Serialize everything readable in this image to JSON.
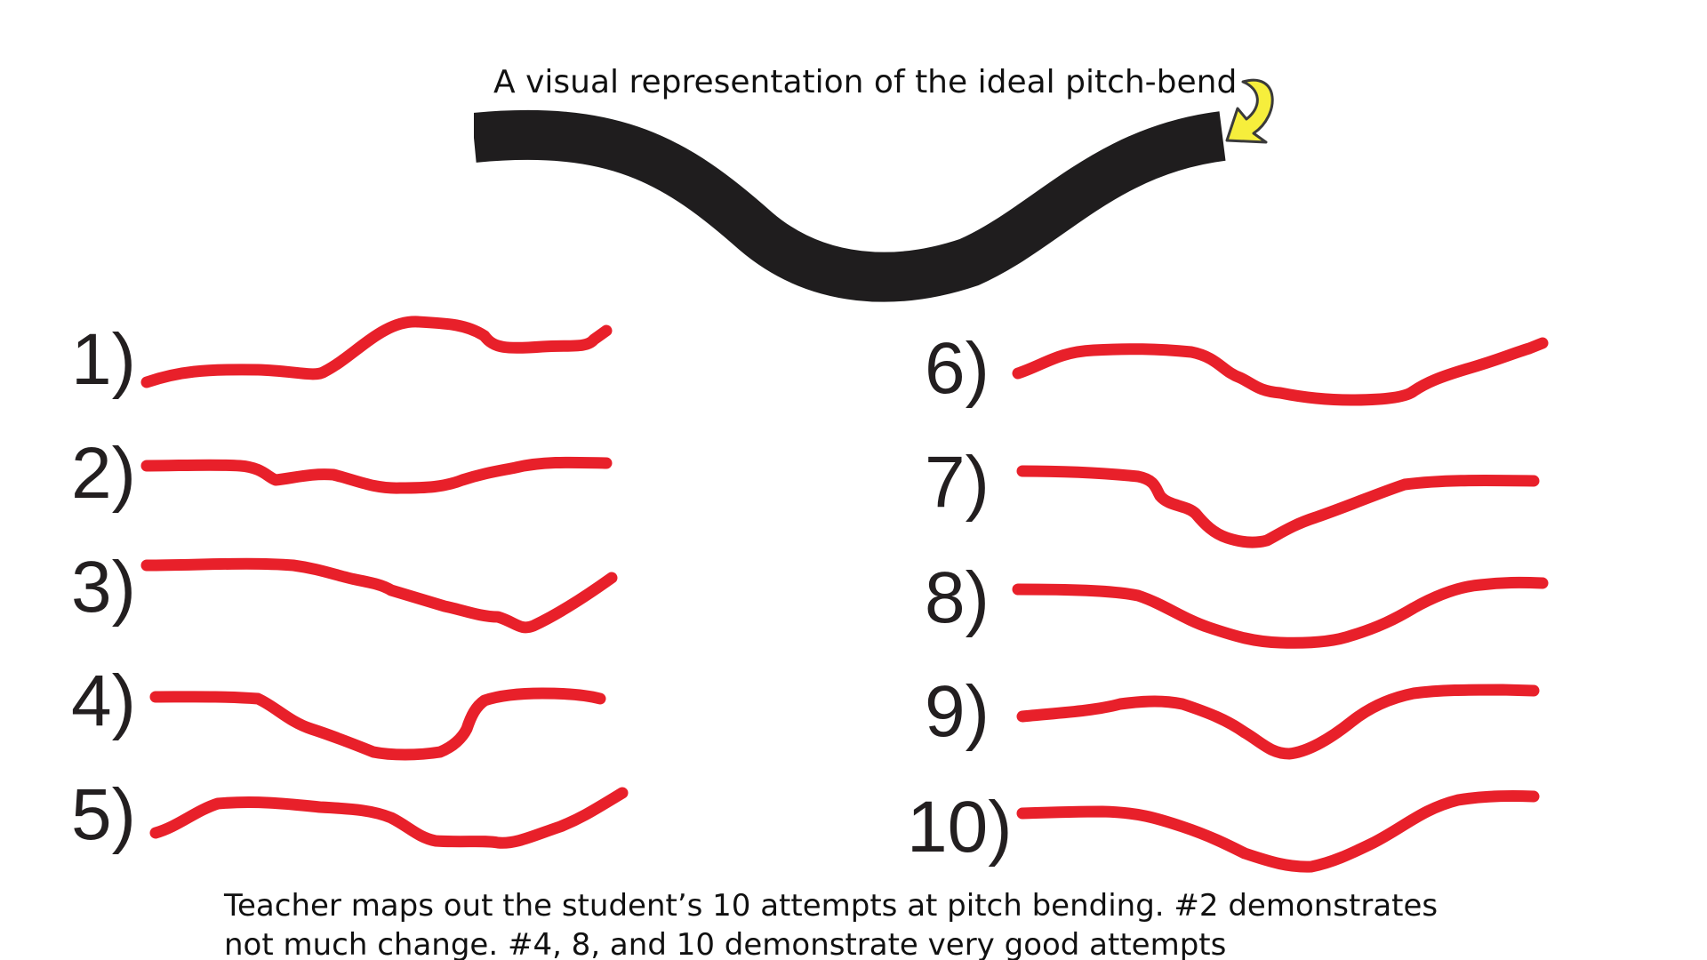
{
  "title": "A visual representation of the ideal pitch-bend",
  "ideal_curve": {
    "color": "#1f1d1e",
    "pointer_icon": "curved-arrow-icon",
    "pointer_color": "#f6ee3c"
  },
  "attempt_color": "#e8202a",
  "attempts": [
    {
      "number": 1,
      "label": "1)"
    },
    {
      "number": 2,
      "label": "2)"
    },
    {
      "number": 3,
      "label": "3)"
    },
    {
      "number": 4,
      "label": "4)"
    },
    {
      "number": 5,
      "label": "5)"
    },
    {
      "number": 6,
      "label": "6)"
    },
    {
      "number": 7,
      "label": "7)"
    },
    {
      "number": 8,
      "label": "8)"
    },
    {
      "number": 9,
      "label": "9)"
    },
    {
      "number": 10,
      "label": "10)"
    }
  ],
  "caption": {
    "line1": "Teacher maps out the student’s 10 attempts at pitch bending. #2 demonstrates",
    "line2": "not much change. #4, 8, and 10 demonstrate very good attempts"
  }
}
